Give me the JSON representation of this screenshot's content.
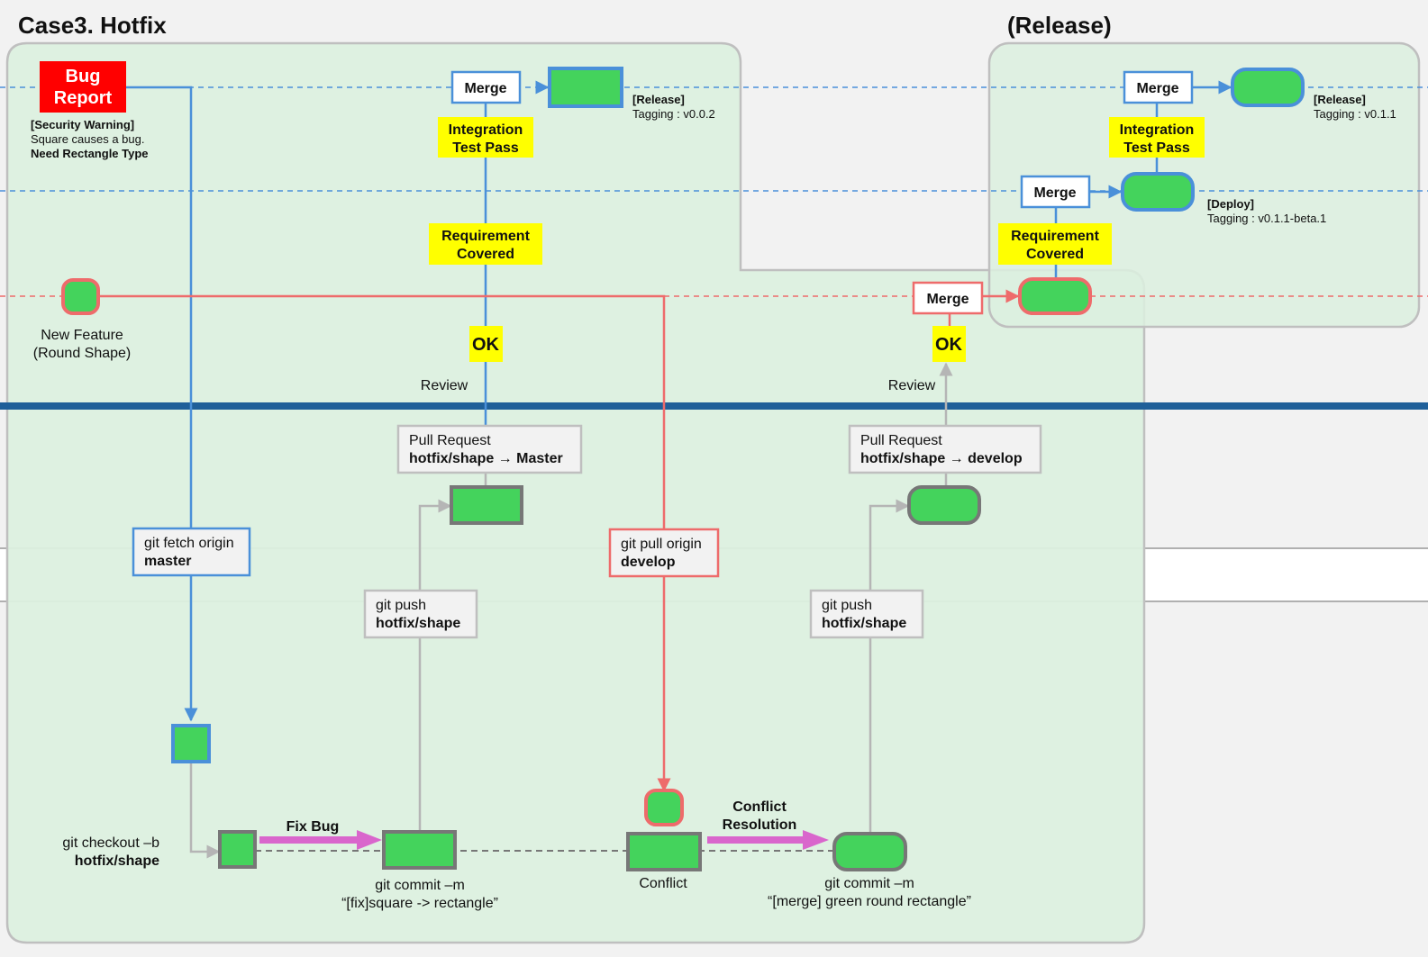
{
  "titles": {
    "main": "Case3. Hotfix",
    "release": "(Release)"
  },
  "bug_report": {
    "label_1": "Bug",
    "label_2": "Report",
    "note_1": "[Security Warning]",
    "note_2": "Square causes a bug.",
    "note_3": "Need Rectangle Type"
  },
  "new_feature": {
    "line_1": "New Feature",
    "line_2": "(Round Shape)"
  },
  "merge_label": "Merge",
  "integration": {
    "line_1": "Integration",
    "line_2": "Test Pass"
  },
  "requirement": {
    "line_1": "Requirement",
    "line_2": "Covered"
  },
  "ok_label": "OK",
  "review_label": "Review",
  "tags": {
    "release_002": {
      "title": "[Release]",
      "value": "Tagging : v0.0.2"
    },
    "release_011": {
      "title": "[Release]",
      "value": "Tagging : v0.1.1"
    },
    "deploy": {
      "title": "[Deploy]",
      "value": "Tagging : v0.1.1-beta.1"
    }
  },
  "pr_master": {
    "line_1": "Pull Request",
    "line_2": "hotfix/shape → Master"
  },
  "pr_develop": {
    "line_1": "Pull Request",
    "line_2": "hotfix/shape → develop"
  },
  "git_fetch": {
    "line_1": "git fetch origin",
    "line_2": "master"
  },
  "git_pull": {
    "line_1": "git pull origin",
    "line_2": "develop"
  },
  "git_push": {
    "line_1": "git push",
    "line_2": "hotfix/shape"
  },
  "checkout": {
    "line_1": "git checkout –b",
    "line_2": "hotfix/shape"
  },
  "fix_bug": "Fix Bug",
  "conflict_resolution": {
    "line_1": "Conflict",
    "line_2": "Resolution"
  },
  "conflict_label": "Conflict",
  "commit_fix": {
    "line_1": "git commit –m",
    "line_2": "“[fix]square -> rectangle”"
  },
  "commit_merge": {
    "line_1": "git commit –m",
    "line_2": "“[merge] green round rectangle”"
  },
  "colors": {
    "panel_fill": "#dcf0df",
    "panel_stroke": "#bfbfbf",
    "blue": "#4a90d9",
    "red": "#ee6b6b",
    "gray": "#9a9a9a",
    "green": "#44d35c",
    "yellow": "#ffff00",
    "bug": "#ff0000",
    "divider": "#1f5f99",
    "magenta": "#d966cc"
  }
}
